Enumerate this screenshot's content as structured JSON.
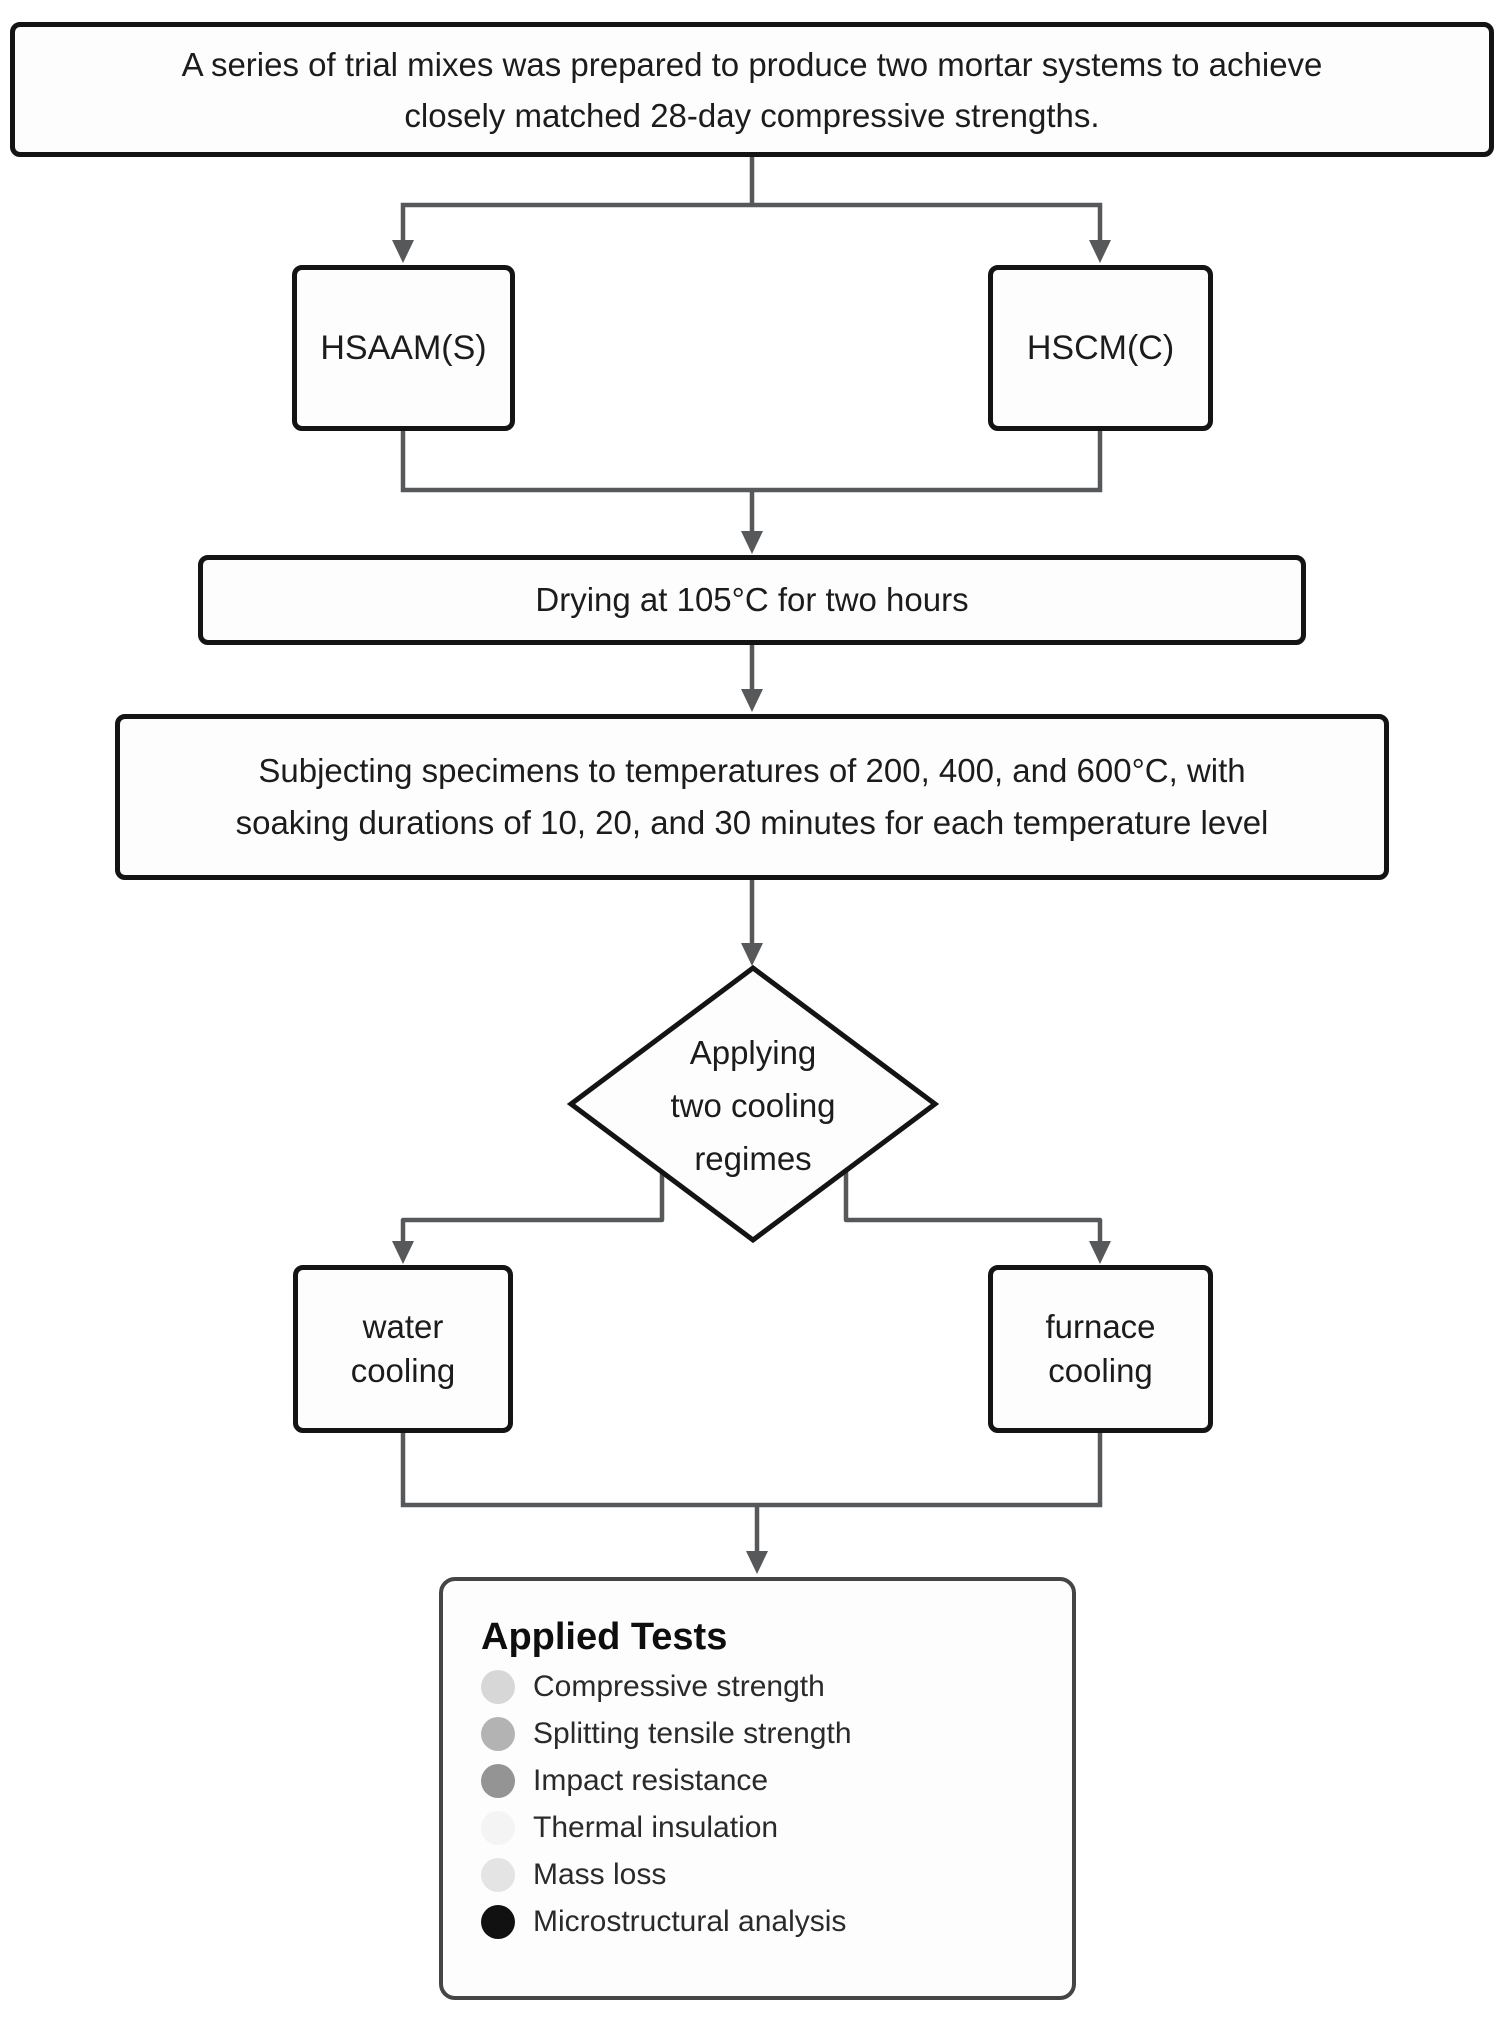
{
  "flowchart": {
    "top_box": {
      "text": "A series of trial mixes was prepared to produce two mortar systems to achieve closely matched 28-day compressive strengths.",
      "lines": [
        "A series of trial mixes was prepared to produce two mortar systems to achieve",
        "closely matched 28-day compressive strengths."
      ]
    },
    "mortar_systems": [
      {
        "label": "HSAAM(S)"
      },
      {
        "label": "HSCM(C)"
      }
    ],
    "drying_box": {
      "label": "Drying at 105°C for two hours"
    },
    "heating_box": {
      "text": "Subjecting specimens to temperatures of 200, 400, and 600°C, with soaking durations of 10, 20, and 30 minutes for each temperature level",
      "lines": [
        "Subjecting specimens to temperatures of 200, 400, and 600°C, with",
        "soaking durations of 10, 20, and 30 minutes for each temperature level"
      ]
    },
    "decision_diamond": {
      "text": "Applying two cooling regimes",
      "lines": [
        "Applying",
        "two cooling",
        "regimes"
      ]
    },
    "cooling_boxes": [
      {
        "label": "water cooling"
      },
      {
        "label": "furnace cooling"
      }
    ],
    "applied_tests": {
      "title": "Applied Tests",
      "items": [
        {
          "label": "Compressive strength",
          "bullet_color": "#d7d7d7"
        },
        {
          "label": "Splitting tensile strength",
          "bullet_color": "#b3b3b3"
        },
        {
          "label": "Impact resistance",
          "bullet_color": "#949494"
        },
        {
          "label": "Thermal insulation",
          "bullet_color": "#f4f4f4"
        },
        {
          "label": "Mass loss",
          "bullet_color": "#e4e4e4"
        },
        {
          "label": "Microstructural analysis",
          "bullet_color": "#111111"
        }
      ]
    },
    "colors": {
      "box_border": "#141414",
      "connector": "#56585a",
      "tests_border": "#454545",
      "box_fill": "#fdfdfd",
      "text_dark": "#1c1c1c"
    }
  }
}
